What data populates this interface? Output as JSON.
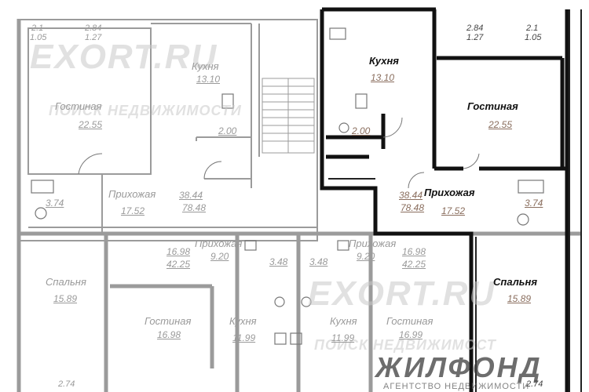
{
  "rooms": {
    "kitchen_tl": {
      "name": "Кухня",
      "area": "13.10"
    },
    "living_tl": {
      "name": "Гостиная",
      "area": "22.55"
    },
    "bath_tl": {
      "area": "2.00"
    },
    "hall_tl": {
      "name": "Прихожая",
      "area": "17.52"
    },
    "wc_tl": {
      "area": "3.74"
    },
    "flat_tl": {
      "area1": "38.44",
      "area2": "78.48"
    },
    "kitchen_tr": {
      "name": "Кухня",
      "area": "13.10"
    },
    "living_tr": {
      "name": "Гостиная",
      "area": "22.55"
    },
    "bath_tr": {
      "area": "2.00"
    },
    "hall_tr": {
      "name": "Прихожая",
      "area": "17.52"
    },
    "wc_tr": {
      "area": "3.74"
    },
    "flat_tr": {
      "area1": "38.44",
      "area2": "78.48"
    },
    "bedroom_l": {
      "name": "Спальня",
      "area": "15.89"
    },
    "bedroom_r": {
      "name": "Спальня",
      "area": "15.89"
    },
    "hall_ml": {
      "name": "Прихожая",
      "area": "9.20"
    },
    "hall_mr": {
      "name": "Прихожая",
      "area": "9.20"
    },
    "flat_ml": {
      "area1": "16.98",
      "area2": "42.25"
    },
    "flat_mr": {
      "area1": "16.98",
      "area2": "42.25"
    },
    "bath_ml": {
      "area": "3.48"
    },
    "bath_mr": {
      "area": "3.48"
    },
    "living_bl": {
      "name": "Гостиная",
      "area": "16.98"
    },
    "living_br": {
      "name": "Гостиная",
      "area": "16.99"
    },
    "kitchen_bl": {
      "name": "Кухня",
      "area": "11.99"
    },
    "kitchen_br": {
      "name": "Кухня",
      "area": "11.99"
    }
  },
  "dims": {
    "tl1": "2.1",
    "tl1b": "1.05",
    "tl2": "2.84",
    "tl2b": "1.27",
    "tr1": "2.84",
    "tr1b": "1.27",
    "tr2": "2.1",
    "tr2b": "1.05",
    "bl": "2.74",
    "br": "2.74"
  },
  "watermark": {
    "logo": "EXORT.RU",
    "tagline_1": "ПОИСК НЕДВИЖИМОСТИ",
    "tagline_2": "ПОИСК НЕДВИЖИМОСТ"
  },
  "brand": {
    "name": "ЖИЛФОНД",
    "subtitle": "АГЕНТСТВО НЕДВИЖИМОСТИ"
  }
}
